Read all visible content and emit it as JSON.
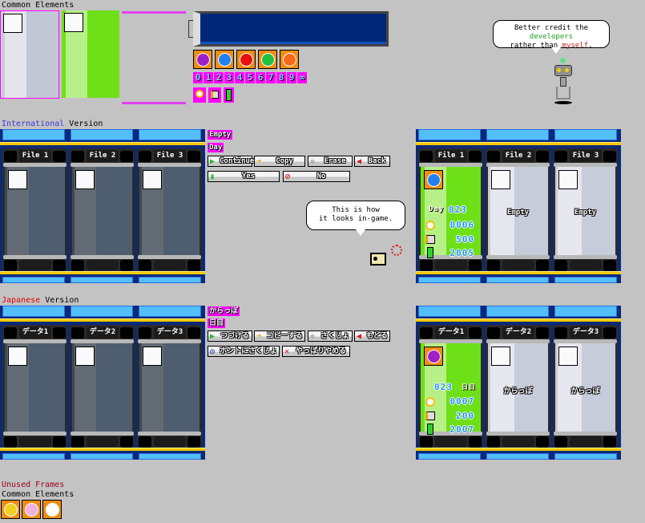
{
  "headings": {
    "common": "Common Elements",
    "intl_colored": "International",
    "intl_rest": " Version",
    "jp_colored": "Japanese",
    "jp_rest": " Version",
    "unused": "Unused Frames",
    "unused_common": "Common Elements"
  },
  "colors": {
    "international": "#3838d8",
    "japanese": "#e00000",
    "unused": "#a00020",
    "developers": "#20a020",
    "myself": "#c02020"
  },
  "common": {
    "digits": [
      "0",
      "1",
      "2",
      "3",
      "4",
      "5",
      "6",
      "7",
      "8",
      "9",
      "∞"
    ],
    "flower_colors": [
      "#a020c8",
      "#2080f0",
      "#e81010",
      "#20c040",
      "#f86818"
    ]
  },
  "speech": {
    "credit_a": "Better credit the ",
    "credit_dev": "developers",
    "credit_b": "rather than ",
    "credit_me": "myself",
    "credit_end": ".",
    "ingame_1": "This is how",
    "ingame_2": "it looks in-game."
  },
  "intl": {
    "empty_tag": "Empty",
    "day_tag": "Day",
    "buttons": [
      {
        "icon": "▶",
        "label": "Continue",
        "color": "#20c020"
      },
      {
        "icon": "➜",
        "label": "Copy",
        "color": "#f0a000"
      },
      {
        "icon": "✲",
        "label": "Erase",
        "color": "#888"
      },
      {
        "icon": "◀",
        "label": "Back",
        "color": "#e01010"
      }
    ],
    "confirm": [
      {
        "icon": "▮",
        "label": "Yes",
        "color": "#20c020"
      },
      {
        "icon": "⊘",
        "label": "No",
        "color": "#e01010"
      }
    ],
    "files": [
      "File 1",
      "File 2",
      "File 3"
    ],
    "saved": {
      "day_label": "Day",
      "day": "023",
      "flowers": "0006",
      "batteries": "500",
      "year": "2005",
      "flower_color": "#2080f0"
    },
    "empty_text": "Empty"
  },
  "jp": {
    "empty_tag": "からっぽ",
    "day_tag": "日目",
    "buttons": [
      {
        "icon": "▶",
        "label": "つづける",
        "color": "#20c020"
      },
      {
        "icon": "➜",
        "label": "コピーする",
        "color": "#f0a000"
      },
      {
        "icon": "✲",
        "label": "さくじょ",
        "color": "#888"
      },
      {
        "icon": "◀",
        "label": "もどる",
        "color": "#e01010"
      }
    ],
    "confirm": [
      {
        "icon": "◎",
        "label": "ホントにさくじょ",
        "color": "#2040c0"
      },
      {
        "icon": "✕",
        "label": "やっぱりやめる",
        "color": "#e01010"
      }
    ],
    "files": [
      "データ1",
      "データ2",
      "データ3"
    ],
    "saved": {
      "day_label": "日目",
      "day": "023",
      "flowers": "0007",
      "batteries": "200",
      "year": "2007",
      "flower_color": "#a020c8"
    },
    "empty_text": "からっぽ"
  },
  "unused_flowers": [
    "#f0d020",
    "#f0b0e0",
    "#ffffff"
  ]
}
